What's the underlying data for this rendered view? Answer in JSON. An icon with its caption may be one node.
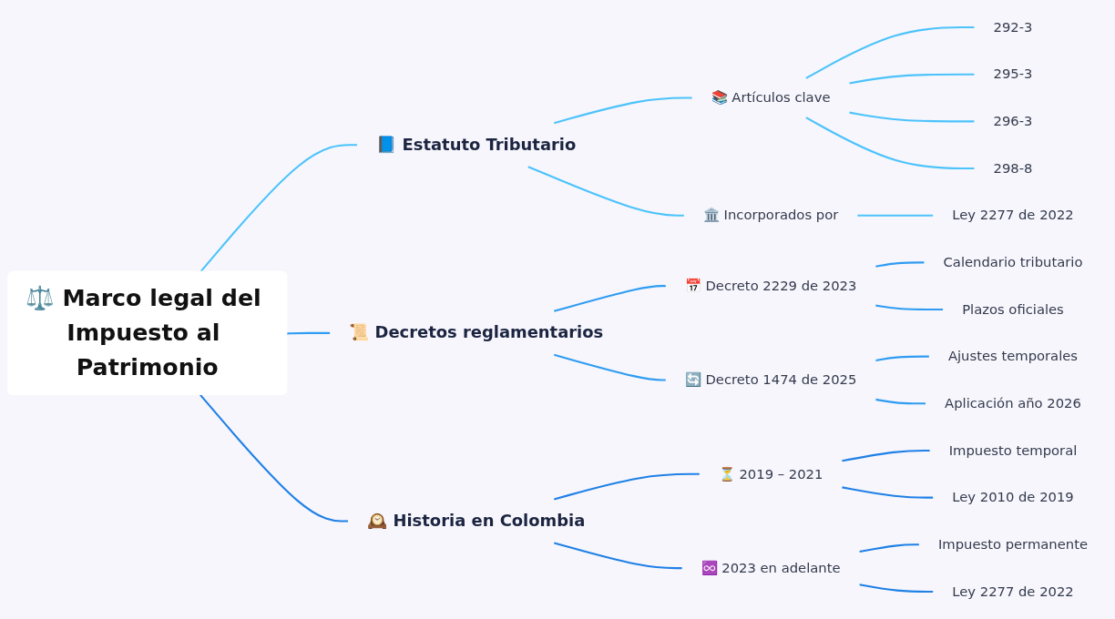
{
  "diagram": {
    "nodes": [
      {
        "text": [
          "⚖️ Marco legal del Impuesto al Patrimonio"
        ]
      },
      {
        "text": [
          "📘 Estatuto Tributario"
        ]
      },
      {
        "text": [
          "📚 Artículos clave"
        ]
      },
      {
        "text": [
          "292-3"
        ]
      },
      {
        "text": [
          "295-3"
        ]
      },
      {
        "text": [
          "296-3"
        ]
      },
      {
        "text": [
          "298-8"
        ]
      },
      {
        "text": [
          "🏛️ Incorporados por"
        ]
      },
      {
        "text": [
          "Ley 2277 de 2022"
        ]
      },
      {
        "text": [
          "📜 Decretos reglamentarios"
        ]
      },
      {
        "text": [
          "📅 Decreto 2229 de 2023"
        ]
      },
      {
        "text": [
          "Calendario tributario"
        ]
      },
      {
        "text": [
          "Plazos oficiales"
        ]
      },
      {
        "text": [
          "🔄 Decreto 1474 de 2025"
        ]
      },
      {
        "text": [
          "Ajustes temporales"
        ]
      },
      {
        "text": [
          "Aplicación año 2026"
        ]
      },
      {
        "text": [
          "🕰️ Historia en Colombia"
        ]
      },
      {
        "text": [
          "⏳ 2019 – 2021"
        ]
      },
      {
        "text": [
          "Impuesto temporal"
        ]
      },
      {
        "text": [
          "Ley 2010 de 2019"
        ]
      },
      {
        "text": [
          "♾️ 2023 en adelante"
        ]
      },
      {
        "text": [
          "Impuesto permanente"
        ]
      },
      {
        "text": [
          "Ley 2277 de 2022"
        ]
      }
    ],
    "edges": [
      {
        "from": 0,
        "to": 1,
        "arrow": "none"
      },
      {
        "from": 1,
        "to": 2,
        "arrow": "none"
      },
      {
        "from": 2,
        "to": 3,
        "arrow": "none"
      },
      {
        "from": 2,
        "to": 4,
        "arrow": "none"
      },
      {
        "from": 2,
        "to": 5,
        "arrow": "none"
      },
      {
        "from": 2,
        "to": 6,
        "arrow": "none"
      },
      {
        "from": 1,
        "to": 7,
        "arrow": "none"
      },
      {
        "from": 7,
        "to": 8,
        "arrow": "none"
      },
      {
        "from": 0,
        "to": 9,
        "arrow": "none",
        "color": "#2e9cf2"
      },
      {
        "from": 9,
        "to": 10,
        "arrow": "none",
        "color": "#2e9cf2"
      },
      {
        "from": 10,
        "to": 11,
        "arrow": "none",
        "color": "#2e9cf2"
      },
      {
        "from": 10,
        "to": 12,
        "arrow": "none",
        "color": "#2e9cf2"
      },
      {
        "from": 9,
        "to": 13,
        "arrow": "none",
        "color": "#2e9cf2"
      },
      {
        "from": 13,
        "to": 14,
        "arrow": "none",
        "color": "#2e9cf2"
      },
      {
        "from": 13,
        "to": 15,
        "arrow": "none",
        "color": "#2e9cf2"
      },
      {
        "from": 0,
        "to": 16,
        "arrow": "none",
        "color": "#1f80e6"
      },
      {
        "from": 16,
        "to": 17,
        "arrow": "none",
        "color": "#1f80e6"
      },
      {
        "from": 17,
        "to": 18,
        "arrow": "none",
        "color": "#1f80e6"
      },
      {
        "from": 17,
        "to": 19,
        "arrow": "none",
        "color": "#1f80e6"
      },
      {
        "from": 16,
        "to": 20,
        "arrow": "none",
        "color": "#1f80e6"
      },
      {
        "from": 20,
        "to": 21,
        "arrow": "none",
        "color": "#1f80e6"
      },
      {
        "from": 20,
        "to": 22,
        "arrow": "none",
        "color": "#1f80e6"
      }
    ]
  }
}
